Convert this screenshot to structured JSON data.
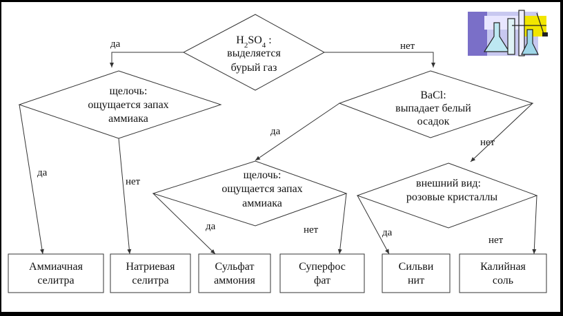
{
  "root": {
    "formula_main": "H",
    "formula_sub1": "2",
    "formula_mid": "SO",
    "formula_sub2": "4",
    "formula_tail": " :",
    "line2": "выделяется",
    "line3": "бурый газ"
  },
  "left_decision": {
    "line1": "щелочь:",
    "line2": "ощущается запах",
    "line3": "аммиака"
  },
  "bacl_decision": {
    "line1": "BaCl:",
    "line2": "выпадает белый",
    "line3": "осадок"
  },
  "mid_decision": {
    "line1": "щелочь:",
    "line2": "ощущается запах",
    "line3": "аммиака"
  },
  "right_decision": {
    "line1": "внешний вид:",
    "line2": "розовые  кристаллы"
  },
  "edges": {
    "root_yes": "да",
    "root_no": "нет",
    "left_yes": "да",
    "left_no": "нет",
    "bacl_yes": "да",
    "bacl_no": "нет",
    "mid_yes": "да",
    "mid_no": "нет",
    "right_yes": "да",
    "right_no": "нет"
  },
  "results": [
    {
      "line1": "Аммиачная",
      "line2": "селитра"
    },
    {
      "line1": "Натриевая",
      "line2": "селитра"
    },
    {
      "line1": "Сульфат",
      "line2": "аммония"
    },
    {
      "line1": "Суперфос",
      "line2": "фат"
    },
    {
      "line1": "Сильви",
      "line2": "нит"
    },
    {
      "line1": "Калийная",
      "line2": "соль"
    }
  ],
  "clipart_icon": "chemistry-lab-glassware-icon"
}
